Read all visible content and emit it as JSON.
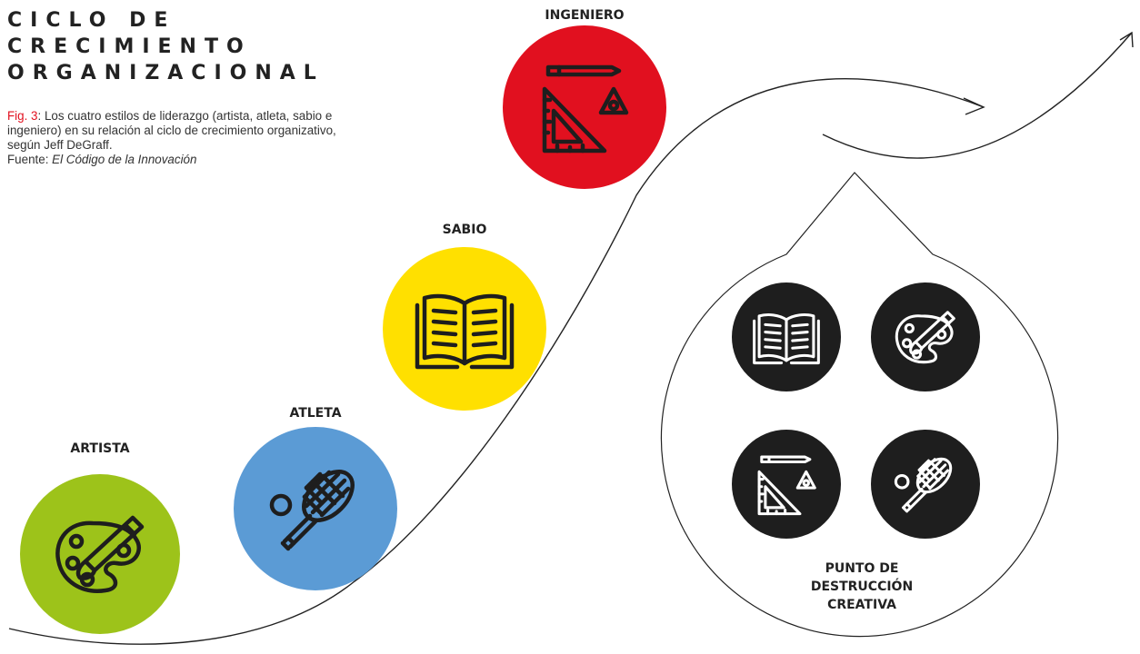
{
  "title": {
    "line1": "CICLO DE",
    "line2": "CRECIMIENTO",
    "line3": "ORGANIZACIONAL"
  },
  "caption": {
    "fig_label": "Fig. 3",
    "text": ": Los cuatro estilos de liderazgo (artista, atleta, sabio e ingeniero) en su relación al ciclo de crecimiento organizativo, según Jeff DeGraff.",
    "source_label": "Fuente: ",
    "source_title": "El Código de la Innovación"
  },
  "styles": [
    {
      "id": "artista",
      "label": "ARTISTA",
      "color": "#9dc31a",
      "icon": "palette-icon"
    },
    {
      "id": "atleta",
      "label": "ATLETA",
      "color": "#5b9bd5",
      "icon": "tennis-racket-icon"
    },
    {
      "id": "sabio",
      "label": "SABIO",
      "color": "#ffe000",
      "icon": "open-book-icon"
    },
    {
      "id": "ingeniero",
      "label": "INGENIERO",
      "color": "#e1101f",
      "icon": "set-square-icon"
    }
  ],
  "destruction": {
    "line1": "PUNTO DE",
    "line2": "DESTRUCCIÓN",
    "line3": "CREATIVA",
    "icon_bg": "#1e1e1e"
  },
  "colors": {
    "line": "#222222",
    "accent_red": "#e1101f"
  }
}
